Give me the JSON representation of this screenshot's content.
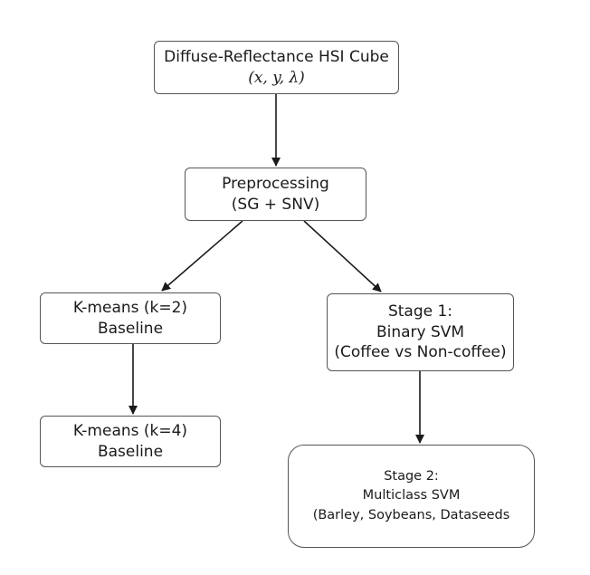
{
  "nodes": {
    "hsi": {
      "line1": "Diffuse-Reflectance HSI Cube",
      "line2": "(x, y, λ)"
    },
    "preprocessing": {
      "line1": "Preprocessing",
      "line2": "(SG + SNV)"
    },
    "kmeans2": {
      "line1": "K-means (k=2)",
      "line2": "Baseline"
    },
    "stage1": {
      "line1": "Stage 1:",
      "line2": "Binary SVM",
      "line3": "(Coffee vs Non-coffee)"
    },
    "kmeans4": {
      "line1": "K-means (k=4)",
      "line2": "Baseline"
    },
    "stage2": {
      "line1": "Stage 2:",
      "line2": "Multiclass SVM",
      "line3": "(Barley, Soybeans, Dataseeds"
    }
  },
  "edges": [
    {
      "from": "hsi",
      "to": "preprocessing"
    },
    {
      "from": "preprocessing",
      "to": "kmeans2"
    },
    {
      "from": "preprocessing",
      "to": "stage1"
    },
    {
      "from": "kmeans2",
      "to": "kmeans4"
    },
    {
      "from": "stage1",
      "to": "stage2"
    }
  ],
  "colors": {
    "border": "#555555",
    "arrow": "#1a1a1a",
    "text": "#1a1a1a"
  }
}
